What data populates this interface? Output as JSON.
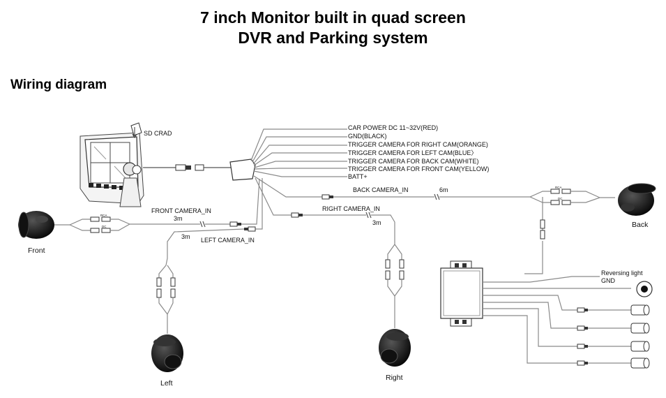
{
  "header": {
    "title_line1": "7 inch Monitor built in quad screen",
    "title_line2": "DVR and Parking system",
    "section_title": "Wiring diagram"
  },
  "monitor": {
    "sd_label": "SD CRAD"
  },
  "harness_labels": {
    "power": "CAR POWER DC 11~32V(RED)",
    "gnd": "GND(BLACK)",
    "trig_right": "TRIGGER CAMERA FOR RIGHT CAM(ORANGE)",
    "trig_left": "TRIGGER CAMERA FOR LEFT CAM(BLUE〉",
    "trig_back": "TRIGGER CAMERA FOR BACK CAM(WHITE)",
    "trig_front": "TRIGGER CAMERA FOR FRONT CAM(YELLOW)",
    "batt": "BATT+"
  },
  "cables": {
    "back_in": "BACK CAMERA_IN",
    "back_len": "6m",
    "front_in": "FRONT CAMERA_IN",
    "front_len": "3m",
    "left_in": "LEFT CAMERA_IN",
    "left_len": "3m",
    "right_in": "RIGHT CAMERA_IN",
    "right_len": "3m"
  },
  "cameras": {
    "front": "Front",
    "back": "Back",
    "left": "Left",
    "right": "Right"
  },
  "connector_tags": {
    "rca": "RCA",
    "dc": "DC"
  },
  "parking": {
    "reversing": "Reversing light",
    "gnd": "GND"
  }
}
